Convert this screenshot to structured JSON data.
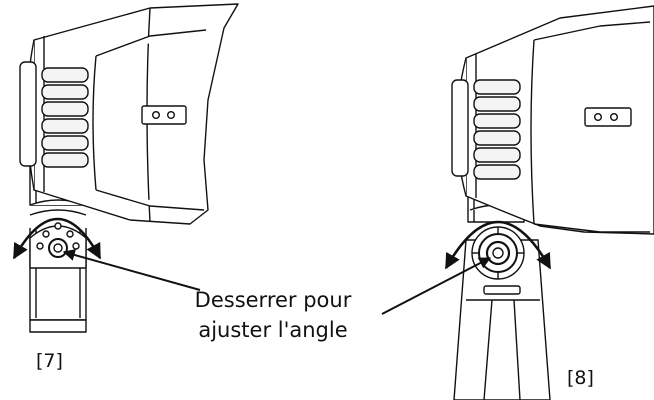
{
  "callout": {
    "line1": "Desserrer pour",
    "line2": "ajuster l'angle"
  },
  "figures": [
    {
      "label": "[7]"
    },
    {
      "label": "[8]"
    }
  ],
  "colors": {
    "stroke": "#111111",
    "fill": "#ffffff",
    "rib_fill": "#f4f4f4"
  }
}
